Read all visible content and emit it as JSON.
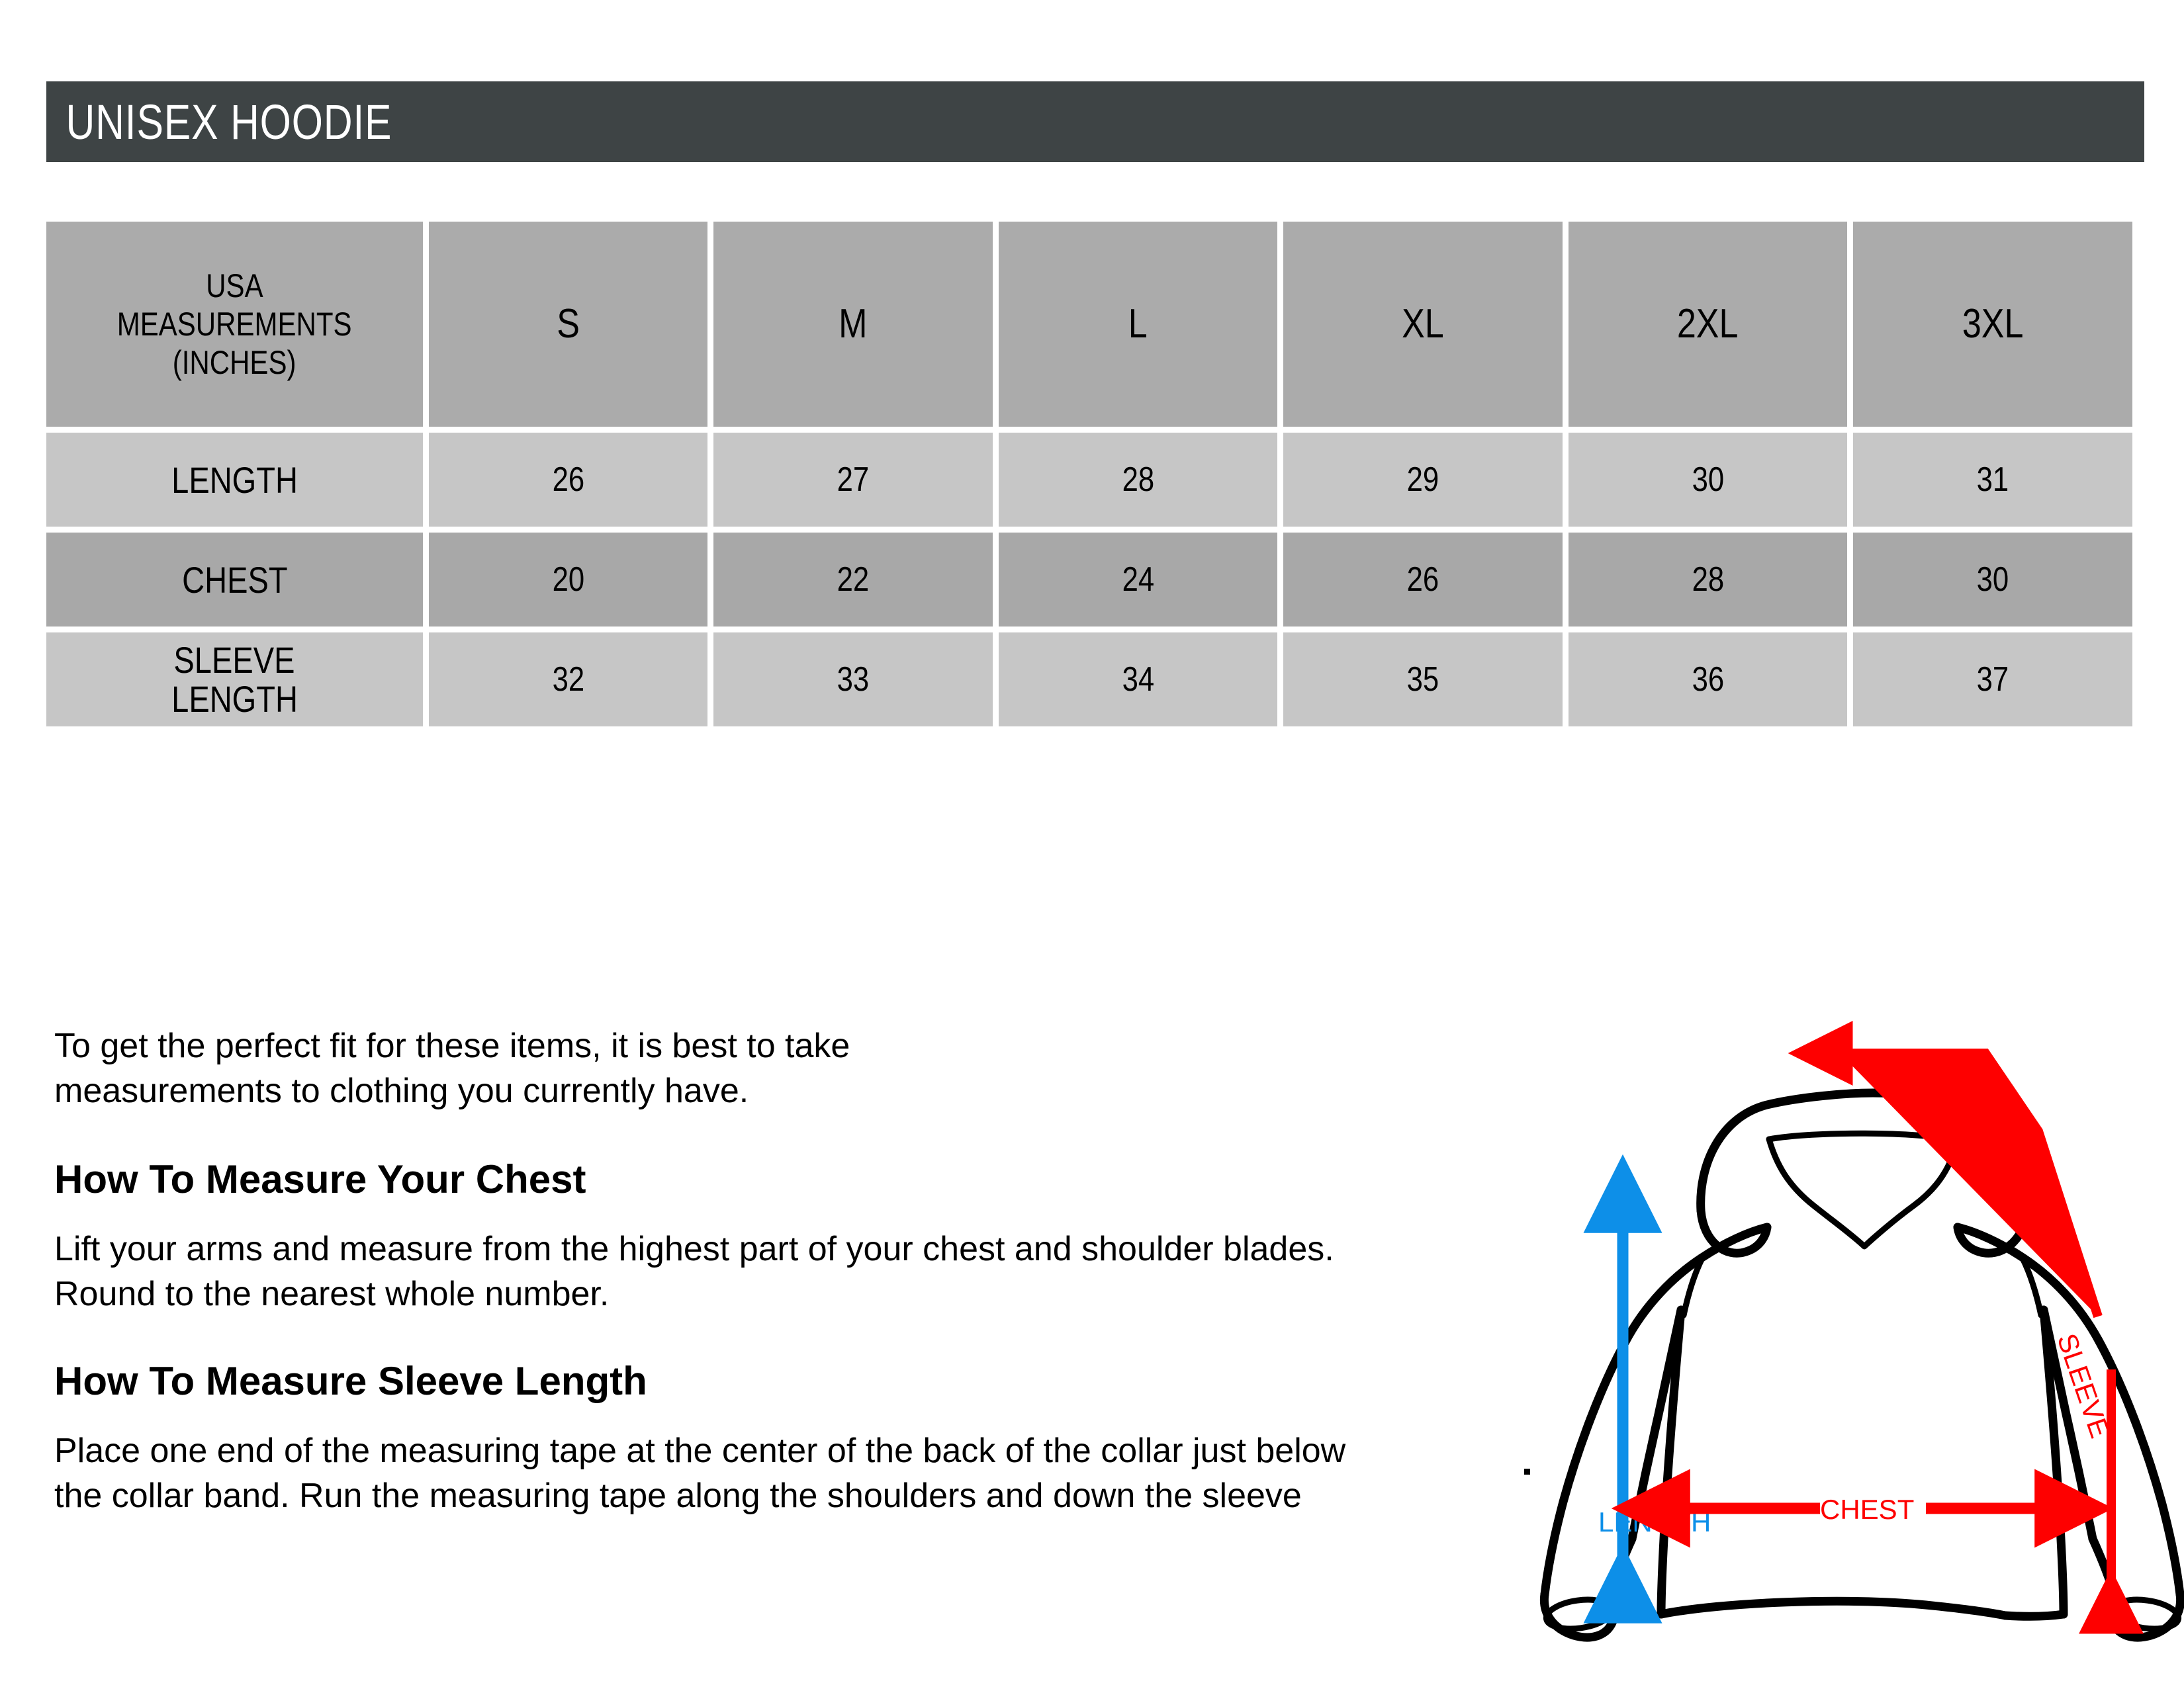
{
  "title": {
    "text": "UNISEX HOODIE",
    "bar_color": "#3e4445",
    "text_color": "#ffffff"
  },
  "table": {
    "header_label": "USA\nMEASUREMENTS\n(INCHES)",
    "header_label_line1": "USA",
    "header_label_line2": "MEASUREMENTS",
    "header_label_line3": "(INCHES)",
    "sizes": [
      "S",
      "M",
      "L",
      "XL",
      "2XL",
      "3XL"
    ],
    "rows": [
      {
        "label": "LENGTH",
        "label_line1": "LENGTH",
        "label_line2": "",
        "values": [
          "26",
          "27",
          "28",
          "29",
          "30",
          "31"
        ]
      },
      {
        "label": "CHEST",
        "label_line1": "CHEST",
        "label_line2": "",
        "values": [
          "20",
          "22",
          "24",
          "26",
          "28",
          "30"
        ]
      },
      {
        "label": "SLEEVE LENGTH",
        "label_line1": "SLEEVE",
        "label_line2": "LENGTH",
        "values": [
          "32",
          "33",
          "34",
          "35",
          "36",
          "37"
        ]
      }
    ],
    "header_bg": "#ababab",
    "row_light_bg": "#c6c6c6",
    "row_dark_bg": "#a8a8a8"
  },
  "copy": {
    "intro": "To get the perfect fit for these items, it is best to take\nmeasurements to clothing you currently have.",
    "chest_heading": "How To Measure Your Chest",
    "chest_body": "Lift your arms and measure from the highest part of your chest and shoulder blades.\nRound to the nearest whole number.",
    "sleeve_heading": "How To Measure Sleeve Length",
    "sleeve_body": "Place one end of the measuring tape at the center of the back of the collar just below\nthe collar band. Run the measuring tape along the shoulders and down the sleeve"
  },
  "diagram": {
    "chest_label": "CHEST",
    "length_label": "LENGTH",
    "sleeve_label": "SLEEVE",
    "chest_color": "#fe0000",
    "sleeve_color": "#fe0000",
    "length_color": "#0d8fe8",
    "garment_color": "#000000"
  }
}
